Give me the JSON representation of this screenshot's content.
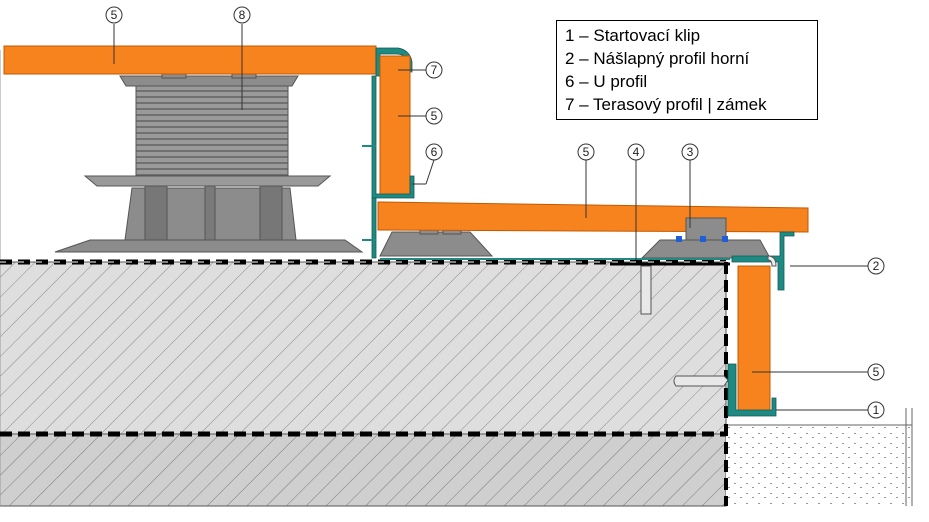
{
  "legend": {
    "items": [
      "1 – Startovací klip",
      "2 – Nášlapný profil horní",
      "6 – U profil",
      "7 – Terasový profil | zámek"
    ]
  },
  "callouts": [
    {
      "id": "c5a",
      "label": "5"
    },
    {
      "id": "c8",
      "label": "8"
    },
    {
      "id": "c7",
      "label": "7"
    },
    {
      "id": "c5b",
      "label": "5"
    },
    {
      "id": "c6",
      "label": "6"
    },
    {
      "id": "c5c",
      "label": "5"
    },
    {
      "id": "c4",
      "label": "4"
    },
    {
      "id": "c3",
      "label": "3"
    },
    {
      "id": "c2",
      "label": "2"
    },
    {
      "id": "c5d",
      "label": "5"
    },
    {
      "id": "c1",
      "label": "1"
    }
  ],
  "colors": {
    "board": "#f7831f",
    "board_edge": "#c25a00",
    "pedestal": "#8c8c8c",
    "pedestal_dark": "#6f6f6f",
    "profile": "#1f8a82",
    "concrete": "#dcdcdc",
    "membrane": "#000000"
  }
}
